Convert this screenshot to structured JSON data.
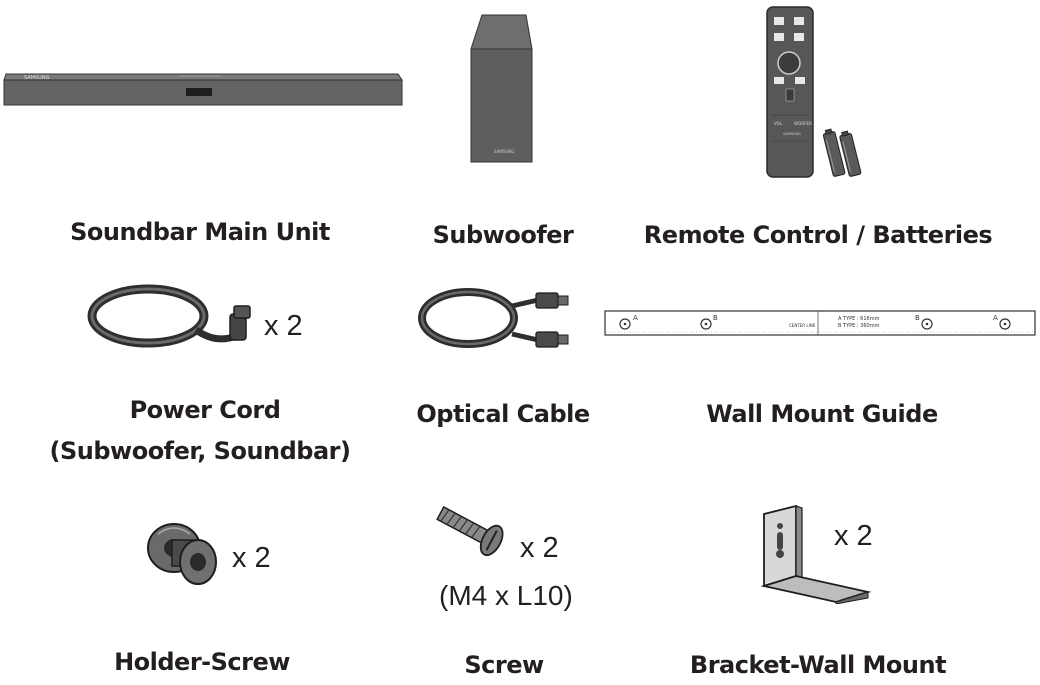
{
  "items": {
    "soundbar": {
      "label": "Soundbar Main Unit",
      "brand": "SAMSUNG"
    },
    "subwoofer": {
      "label": "Subwoofer",
      "brand": "SAMSUNG"
    },
    "remote": {
      "label": "Remote Control / Batteries",
      "brand": "SAMSUNG"
    },
    "power_cord": {
      "label": "Power Cord",
      "sublabel": "(Subwoofer, Soundbar)",
      "quantity": "x 2"
    },
    "optical_cable": {
      "label": "Optical Cable"
    },
    "wall_mount_guide": {
      "label": "Wall Mount Guide",
      "marks": [
        "A",
        "B",
        "B",
        "A"
      ],
      "center_text": "CENTER LINE",
      "type_a": "A TYPE : 616mm",
      "type_b": "B TYPE : 360mm"
    },
    "holder_screw": {
      "label": "Holder-Screw",
      "quantity": "x 2"
    },
    "screw": {
      "label": "Screw",
      "quantity": "x 2",
      "spec": "(M4 x L10)"
    },
    "bracket": {
      "label": "Bracket-Wall Mount",
      "quantity": "x 2"
    }
  }
}
